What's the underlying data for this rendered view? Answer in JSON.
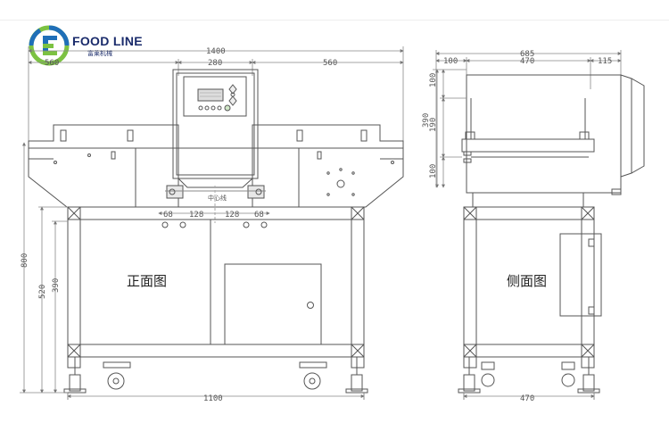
{
  "brand": {
    "name": "FOOD LINE",
    "subtitle": "富莱机械",
    "colors": {
      "green": "#7cc242",
      "blue": "#1f6fb8"
    }
  },
  "dimensions": {
    "front_total_width": "1400",
    "front_left_width": "560",
    "front_head_width": "280",
    "front_right_width": "560",
    "front_base_width": "1100",
    "front_total_height": "800",
    "front_frame_height": "520",
    "front_leg_height": "390",
    "front_small_left": "68",
    "front_small_mid_left": "128",
    "front_small_mid_right": "128",
    "front_small_right": "68",
    "center_mark": "中心线",
    "side_total_width": "685",
    "side_left_width": "100",
    "side_mid_width": "470",
    "side_right_width": "115",
    "side_height_total": "390",
    "side_height_upper": "100",
    "side_height_mid": "190",
    "side_height_lower": "100",
    "side_base_width": "470"
  },
  "labels": {
    "front_view": "正面图",
    "side_view": "侧面图"
  }
}
